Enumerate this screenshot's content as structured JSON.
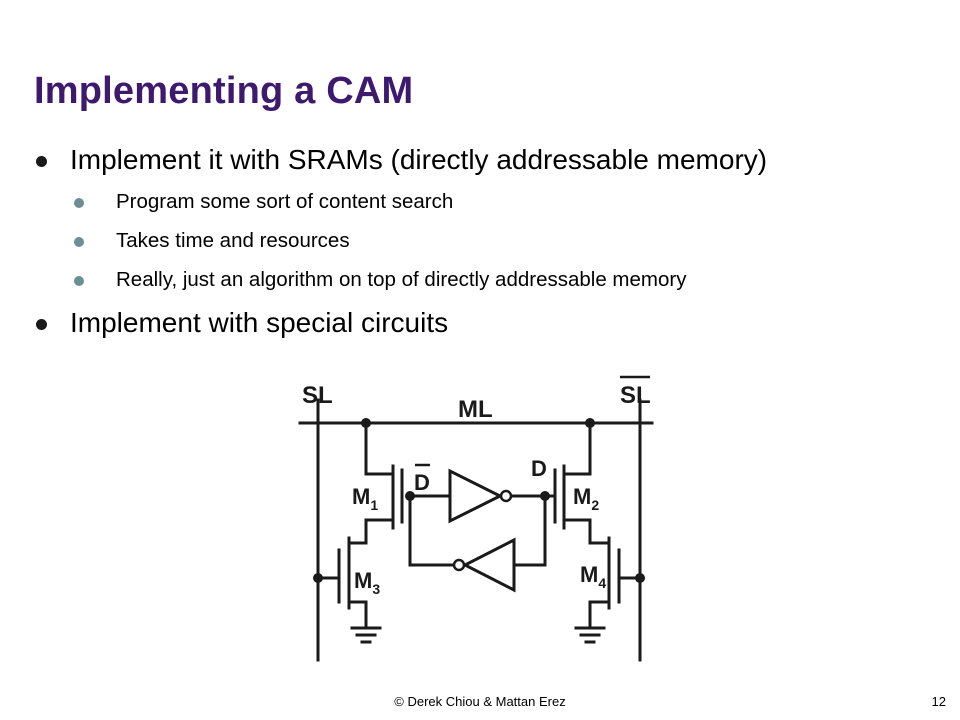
{
  "slide": {
    "title": "Implementing a CAM",
    "bullets": [
      {
        "text": "Implement it with SRAMs (directly addressable memory)",
        "subbullets": [
          "Program some sort of content search",
          "Takes time and resources",
          "Really, just an algorithm on top of directly addressable memory"
        ]
      },
      {
        "text": "Implement with special circuits"
      }
    ]
  },
  "circuit": {
    "labels": {
      "sl": "SL",
      "sl_bar": "SL",
      "ml": "ML",
      "d_bar": "D",
      "d": "D",
      "m": "M",
      "m1_sub": "1",
      "m2_sub": "2",
      "m3_sub": "3",
      "m4_sub": "4"
    }
  },
  "footer": {
    "credit": "© Derek Chiou & Mattan Erez",
    "page": "12"
  }
}
